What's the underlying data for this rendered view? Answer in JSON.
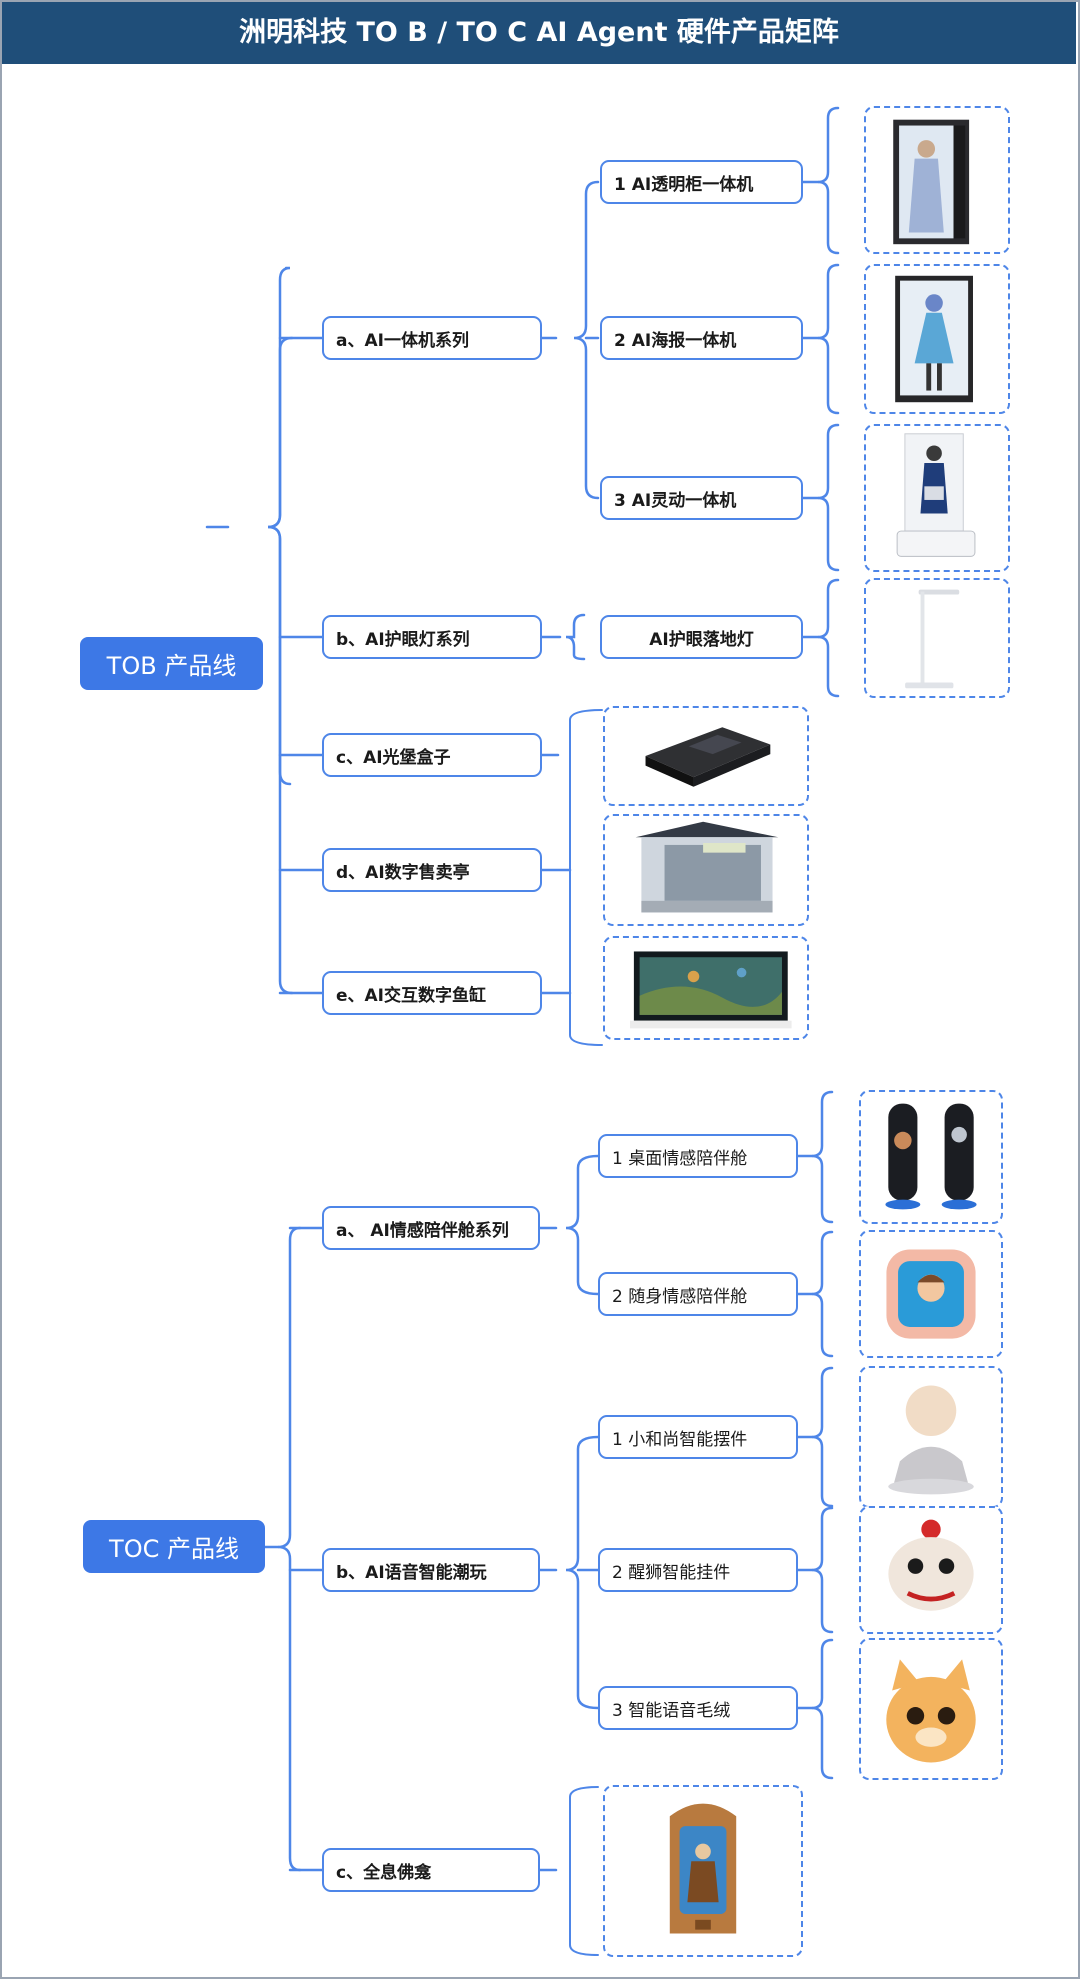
{
  "title": "洲明科技 TO B / TO C AI Agent 硬件产品矩阵",
  "tob": {
    "label": "TOB 产品线",
    "categories": [
      "a、AI一体机系列",
      "b、AI护眼灯系列",
      "c、AI光堡盒子",
      "d、AI数字售卖亭",
      "e、AI交互数字鱼缸"
    ],
    "products": [
      "1 AI透明柜一体机",
      "2 AI海报一体机",
      "3 AI灵动一体机",
      "AI护眼落地灯"
    ]
  },
  "toc": {
    "label": "TOC 产品线",
    "categories": [
      "a、 AI情感陪伴舱系列",
      "b、AI语音智能潮玩",
      "c、全息佛龛"
    ],
    "products": [
      "1 桌面情感陪伴舱",
      "2 随身情感陪伴舱",
      "1 小和尚智能摆件",
      "2 醒狮智能挂件",
      "3 智能语音毛绒"
    ]
  },
  "colors": {
    "header_bg": "#1f4e79",
    "accent": "#3d78e6",
    "node_border": "#4e86e8"
  },
  "icons": [
    "transparent-cabinet-image",
    "poster-machine-image",
    "agile-machine-image",
    "floor-lamp-image",
    "light-box-image",
    "kiosk-image",
    "fish-tank-image",
    "desktop-companion-image",
    "portable-companion-image",
    "monk-figure-image",
    "lion-pendant-image",
    "plush-cat-image",
    "holographic-shrine-image"
  ]
}
